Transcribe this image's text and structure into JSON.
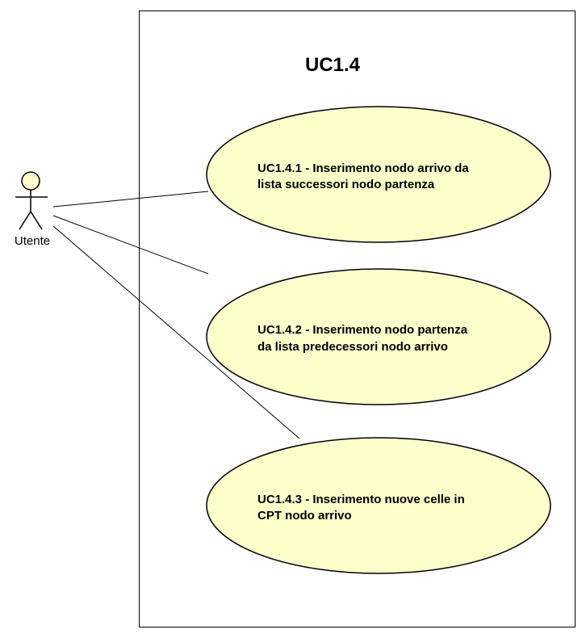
{
  "system": {
    "title": "UC1.4"
  },
  "actor": {
    "name": "Utente"
  },
  "use_cases": [
    {
      "lines": [
        "UC1.4.1 - Inserimento nodo arrivo da",
        "lista successori nodo partenza"
      ]
    },
    {
      "lines": [
        "UC1.4.2 - Inserimento  nodo partenza",
        "da lista predecessori nodo arrivo"
      ]
    },
    {
      "lines": [
        "UC1.4.3 - Inserimento nuove celle in",
        "CPT nodo arrivo"
      ]
    }
  ],
  "colors": {
    "use_case_fill": "#ffffcc",
    "actor_fill": "#ffffcc",
    "stroke": "#000000"
  }
}
